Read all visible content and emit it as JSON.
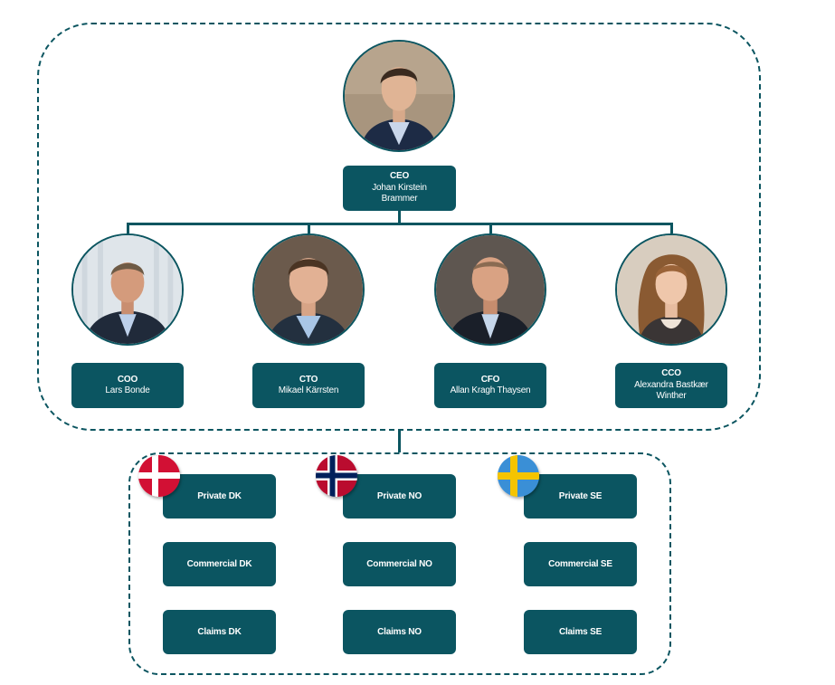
{
  "colors": {
    "accent": "#0b5561",
    "background": "#ffffff"
  },
  "ceo": {
    "role": "CEO",
    "name": "Johan Kirstein Brammer",
    "photo": "ceo-portrait"
  },
  "executives": [
    {
      "role": "COO",
      "name": "Lars Bonde",
      "photo": "coo-portrait"
    },
    {
      "role": "CTO",
      "name": "Mikael Kärrsten",
      "photo": "cto-portrait"
    },
    {
      "role": "CFO",
      "name": "Allan Kragh Thaysen",
      "photo": "cfo-portrait"
    },
    {
      "role": "CCO",
      "name": "Alexandra Bastkær Winther",
      "photo": "cco-portrait"
    }
  ],
  "business_units": [
    {
      "country": "DK",
      "flag_icon": "denmark-flag-icon",
      "units": [
        "Private DK",
        "Commercial DK",
        "Claims DK"
      ]
    },
    {
      "country": "NO",
      "flag_icon": "norway-flag-icon",
      "units": [
        "Private NO",
        "Commercial NO",
        "Claims NO"
      ]
    },
    {
      "country": "SE",
      "flag_icon": "sweden-flag-icon",
      "units": [
        "Private SE",
        "Commercial SE",
        "Claims SE"
      ]
    }
  ]
}
